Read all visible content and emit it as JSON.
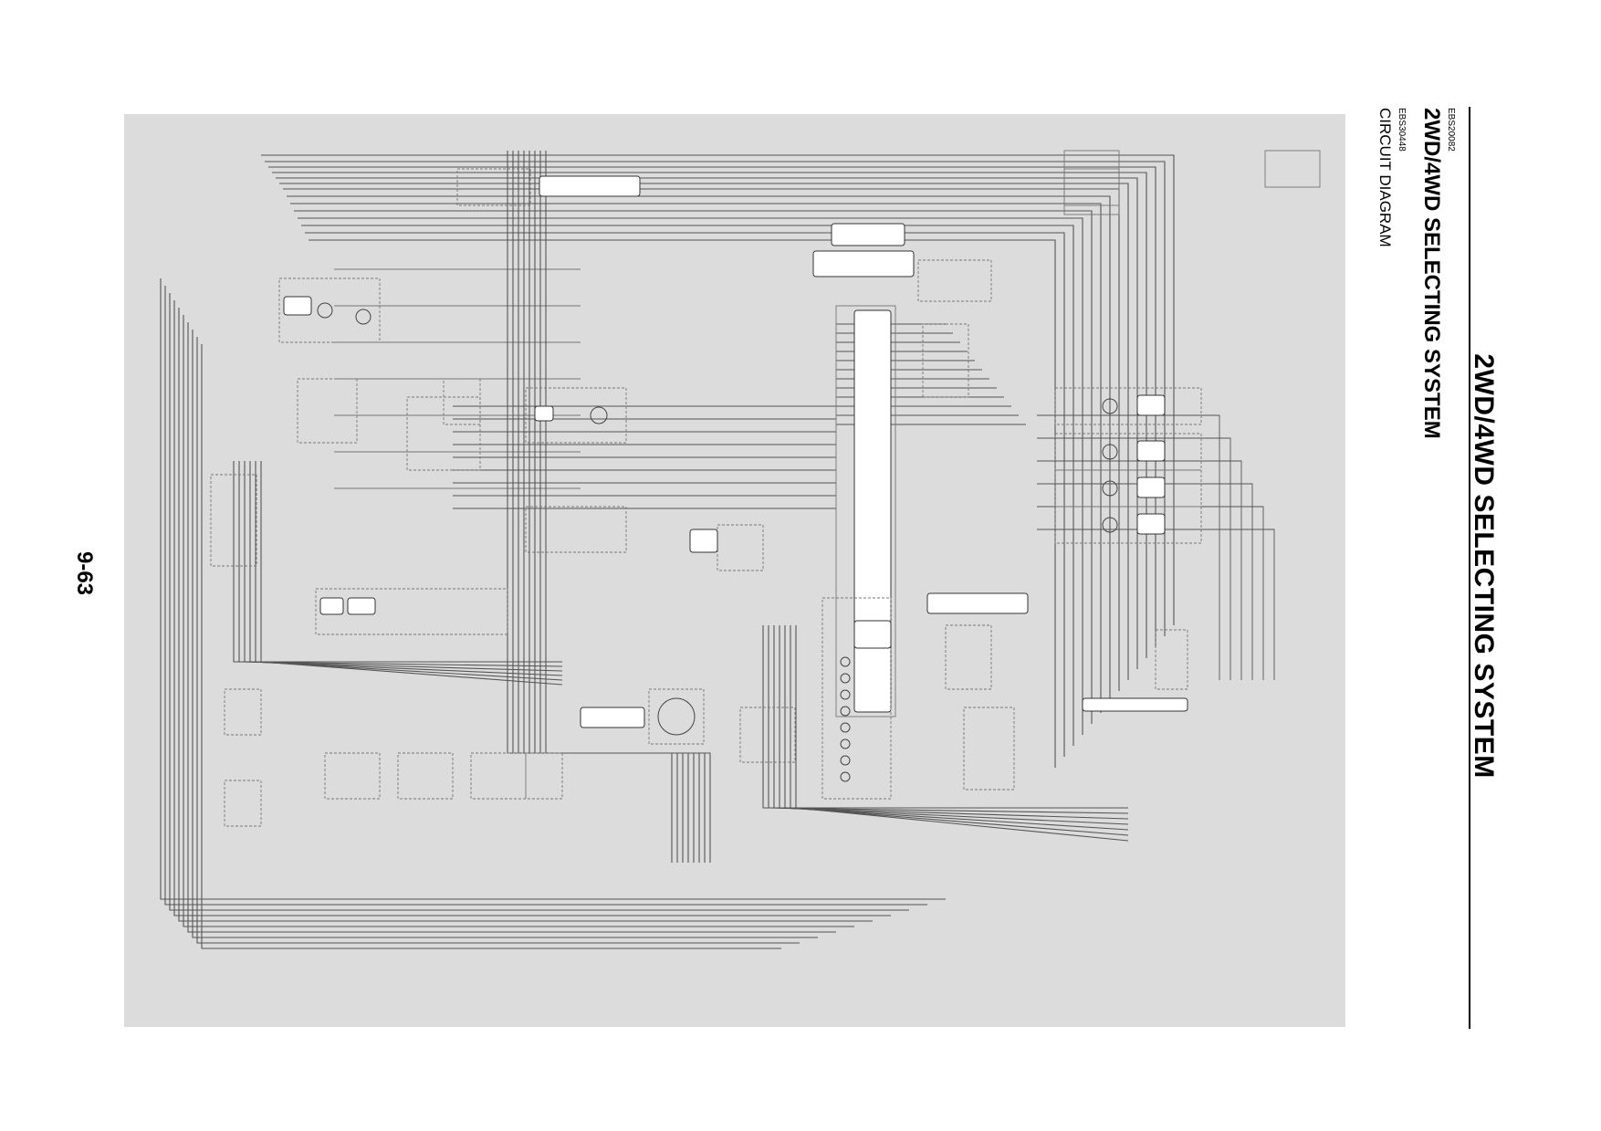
{
  "page": {
    "heading": "2WD/4WD SELECTING SYSTEM",
    "page_number": "9-63"
  },
  "section": {
    "code": "EBS20082",
    "title": "2WD/4WD SELECTING SYSTEM"
  },
  "subsection": {
    "code": "EBS30448",
    "title": "CIRCUIT DIAGRAM"
  },
  "diagram": {
    "background_color": "#dcdcdc",
    "wire_color": "#555555",
    "connector_fill": "#ffffff"
  }
}
